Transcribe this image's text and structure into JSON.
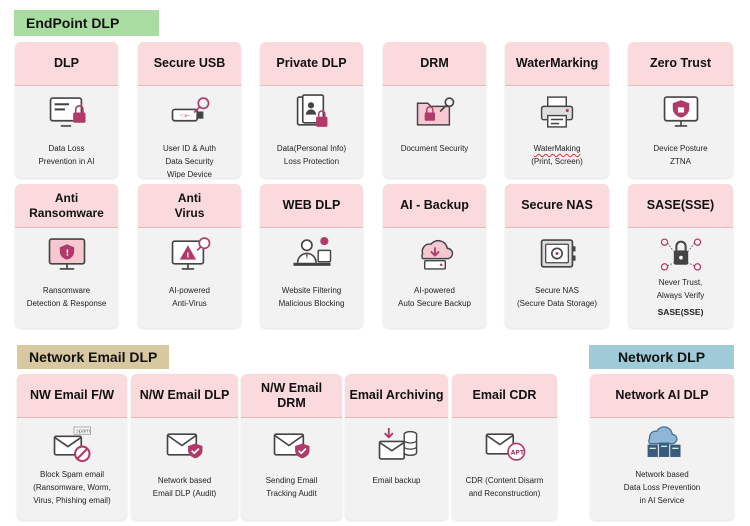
{
  "sections": {
    "endpoint": {
      "title": "EndPoint DLP",
      "color": "#a9dca0"
    },
    "email": {
      "title": "Network Email DLP",
      "color": "#d8c8a0"
    },
    "network": {
      "title": "Network  DLP",
      "color": "#9fcbd8"
    }
  },
  "colors": {
    "card_head": "#fadadd",
    "card_body": "#f2f2f2",
    "icon_accent": "#b03a6a"
  },
  "cards": [
    {
      "id": "dlp",
      "title": "DLP",
      "icon": "monitor-lock-icon",
      "desc": [
        "Data Loss",
        "Prevention in AI"
      ]
    },
    {
      "id": "secure-usb",
      "title": "Secure USB",
      "icon": "usb-key-icon",
      "desc": [
        "User ID & Auth",
        "Data Security",
        "Wipe Device"
      ]
    },
    {
      "id": "private-dlp",
      "title": "Private DLP",
      "icon": "document-lock-icon",
      "desc": [
        "Data(Personal Info)",
        "Loss Protection"
      ]
    },
    {
      "id": "drm",
      "title": "DRM",
      "icon": "folder-key-icon",
      "desc": [
        "Document Security"
      ]
    },
    {
      "id": "watermarking",
      "title": "WaterMarking",
      "icon": "printer-icon",
      "desc": [
        "WaterMaking",
        "(Print, Screen)"
      ]
    },
    {
      "id": "zero-trust",
      "title": "Zero Trust",
      "icon": "monitor-shield-icon",
      "desc": [
        "Device Posture",
        "ZTNA"
      ]
    },
    {
      "id": "anti-ransomware",
      "title": "Anti\nRansomware",
      "icon": "monitor-alert-icon",
      "desc": [
        "Ransomware",
        "Detection & Response"
      ]
    },
    {
      "id": "anti-virus",
      "title": "Anti\nVirus",
      "icon": "monitor-warning-icon",
      "desc": [
        "AI-powered",
        "Anti-Virus"
      ]
    },
    {
      "id": "web-dlp",
      "title": "WEB DLP",
      "icon": "user-desk-icon",
      "desc": [
        "Website Filtering",
        "Malicious Blocking"
      ]
    },
    {
      "id": "ai-backup",
      "title": "AI - Backup",
      "icon": "cloud-backup-icon",
      "desc": [
        "AI-powered",
        "Auto Secure Backup"
      ]
    },
    {
      "id": "secure-nas",
      "title": "Secure NAS",
      "icon": "safe-icon",
      "desc": [
        "Secure NAS",
        "(Secure Data Storage)"
      ]
    },
    {
      "id": "sase",
      "title": "SASE(SSE)",
      "icon": "padlock-network-icon",
      "desc": [
        "Never Trust,",
        "Always Verify"
      ],
      "desc_bold": "SASE(SSE)"
    },
    {
      "id": "nw-email-fw",
      "title": "NW Email F/W",
      "icon": "envelope-block-icon",
      "badge": "spam",
      "desc": [
        "Block Spam email",
        "(Ransomware, Worm,",
        "Virus, Phishing email)"
      ]
    },
    {
      "id": "nw-email-dlp",
      "title": "N/W Email DLP",
      "icon": "envelope-check-icon",
      "desc": [
        "Network based",
        "Email DLP (Audit)"
      ]
    },
    {
      "id": "nw-email-drm",
      "title": "N/W Email DRM",
      "icon": "envelope-shield-icon",
      "desc": [
        "Sending Email",
        "Tracking Audit"
      ]
    },
    {
      "id": "email-archiving",
      "title": "Email Archiving",
      "icon": "envelope-database-icon",
      "desc": [
        "Email backup"
      ]
    },
    {
      "id": "email-cdr",
      "title": "Email CDR",
      "icon": "envelope-apt-icon",
      "badge": "APT",
      "desc": [
        "CDR (Content Disarm",
        "and Reconstruction)"
      ]
    },
    {
      "id": "network-ai-dlp",
      "title": "Network AI DLP",
      "icon": "server-cloud-icon",
      "desc": [
        "Network based",
        "Data Loss Prevention",
        "in AI Service"
      ]
    }
  ]
}
